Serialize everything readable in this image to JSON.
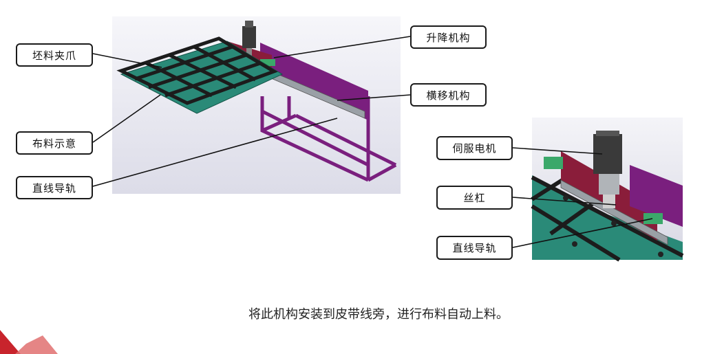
{
  "labels": {
    "gripper": "坯料夹爪",
    "cloth": "布料示意",
    "rail_left": "直线导轨",
    "lift": "升降机构",
    "traverse": "横移机构",
    "servo": "伺服电机",
    "screw": "丝杠",
    "rail_right": "直线导轨"
  },
  "caption": "将此机构安装到皮带线旁，进行布料自动上料。",
  "colors": {
    "plate": "#2a8a78",
    "frame_black": "#1c1c1c",
    "purple": "#7a1f7e",
    "maroon": "#8a1d3a",
    "green_block": "#3ba86a",
    "accent_red": "#c8242c"
  }
}
